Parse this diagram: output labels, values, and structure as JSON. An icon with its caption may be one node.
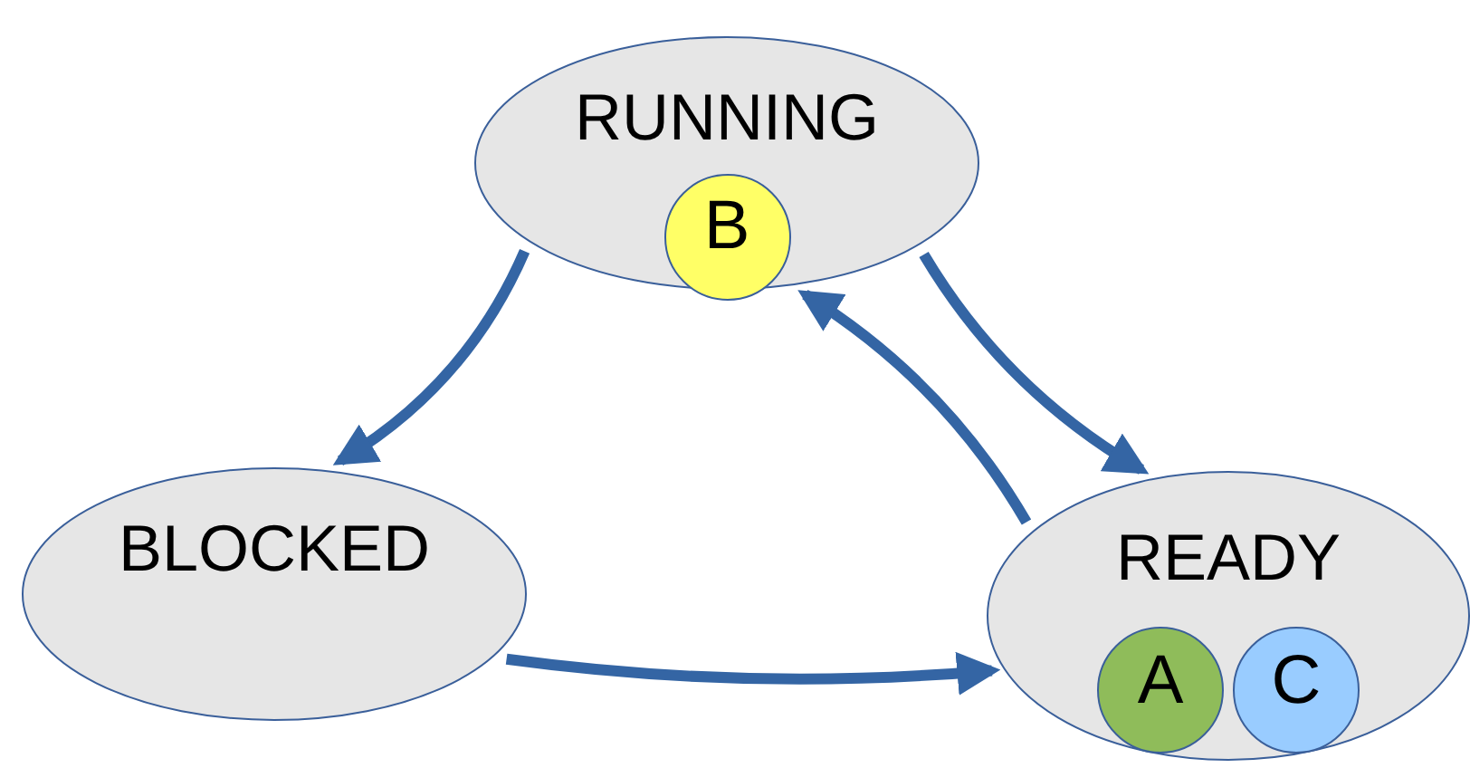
{
  "diagram": {
    "nodes": [
      {
        "text": [
          "RUNNING"
        ]
      },
      {
        "text": [
          "B"
        ],
        "in": 0
      },
      {
        "text": [
          "BLOCKED"
        ]
      },
      {
        "text": [
          "READY"
        ]
      },
      {
        "text": [
          "A"
        ],
        "in": 3
      },
      {
        "text": [
          "C"
        ],
        "in": 3
      }
    ],
    "edges": [
      {
        "from": 0,
        "to": 2,
        "arrow": "to"
      },
      {
        "from": 0,
        "to": 3,
        "arrow": "to"
      },
      {
        "from": 3,
        "to": 0,
        "arrow": "to"
      },
      {
        "from": 2,
        "to": 3,
        "arrow": "to"
      }
    ]
  }
}
